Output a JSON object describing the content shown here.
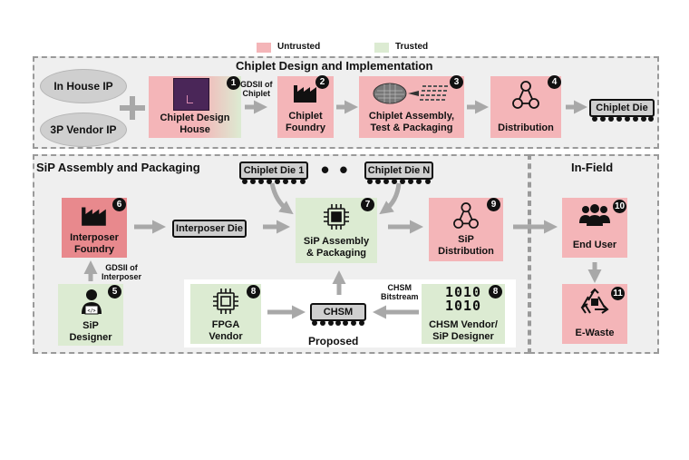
{
  "legend": {
    "untrusted": "Untrusted",
    "trusted": "Trusted"
  },
  "colors": {
    "untrusted": "#f4b5b8",
    "trusted": "#dcebd2",
    "section_bg": "#efefef",
    "arrow": "#a8a8a8"
  },
  "sections": {
    "design": "Chiplet Design and Implementation",
    "sip": "SiP Assembly and Packaging",
    "infield": "In-Field"
  },
  "ip": {
    "inhouse": "In House IP",
    "vendor": "3P Vendor IP"
  },
  "nodes": {
    "n1": {
      "num": "1",
      "line1": "Chiplet Design",
      "line2": "House"
    },
    "n2": {
      "num": "2",
      "line1": "Chiplet",
      "line2": "Foundry"
    },
    "n3": {
      "num": "3",
      "line1": "Chiplet Assembly,",
      "line2": "Test & Packaging"
    },
    "n4": {
      "num": "4",
      "line1": "Distribution"
    },
    "n5": {
      "num": "5",
      "line1": "SiP",
      "line2": "Designer"
    },
    "n6": {
      "num": "6",
      "line1": "Interposer",
      "line2": "Foundry"
    },
    "n7": {
      "num": "7",
      "line1": "SiP Assembly",
      "line2": "& Packaging"
    },
    "n8a": {
      "num": "8",
      "line1": "FPGA",
      "line2": "Vendor"
    },
    "n8b": {
      "num": "8",
      "line1": "CHSM Vendor/",
      "line2": "SiP Designer",
      "glyph": "1010"
    },
    "n9": {
      "num": "9",
      "line1": "SiP",
      "line2": "Distribution"
    },
    "n10": {
      "num": "10",
      "line1": "End User"
    },
    "n11": {
      "num": "11",
      "line1": "E-Waste"
    }
  },
  "dies": {
    "chiplet_die": "Chiplet Die",
    "die1": "Chiplet Die 1",
    "dieN": "Chiplet Die N",
    "interposer": "Interposer Die",
    "chsm": "CHSM",
    "dots": "• •"
  },
  "labels": {
    "gds_chiplet_1": "GDSII of",
    "gds_chiplet_2": "Chiplet",
    "gds_interposer_1": "GDSII of",
    "gds_interposer_2": "Interposer",
    "chsm_bit_1": "CHSM",
    "chsm_bit_2": "Bitstream",
    "proposed": "Proposed"
  },
  "icons": [
    "factory-icon",
    "wafer-icon",
    "network-icon",
    "chip-icon",
    "designer-icon",
    "people-icon",
    "recycle-icon"
  ]
}
